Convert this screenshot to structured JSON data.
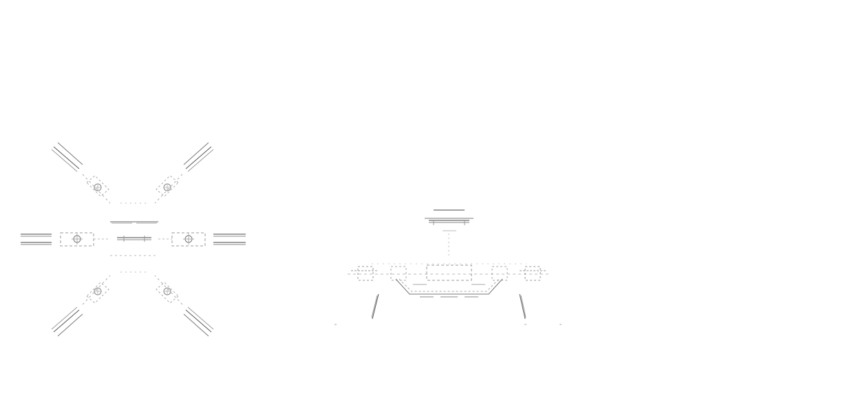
{
  "drawing": {
    "background_color": "#ffffff",
    "line_color": "#4a4a4a",
    "light_line_color": "#9a9a9a",
    "views": [
      {
        "id": "top-view",
        "subject": "hexacopter-frame-top"
      },
      {
        "id": "side-view",
        "subject": "hexacopter-frame-side"
      }
    ],
    "top_view": {
      "arm_count": 6
    },
    "side_view": {
      "landing_leg_count": 2
    }
  }
}
